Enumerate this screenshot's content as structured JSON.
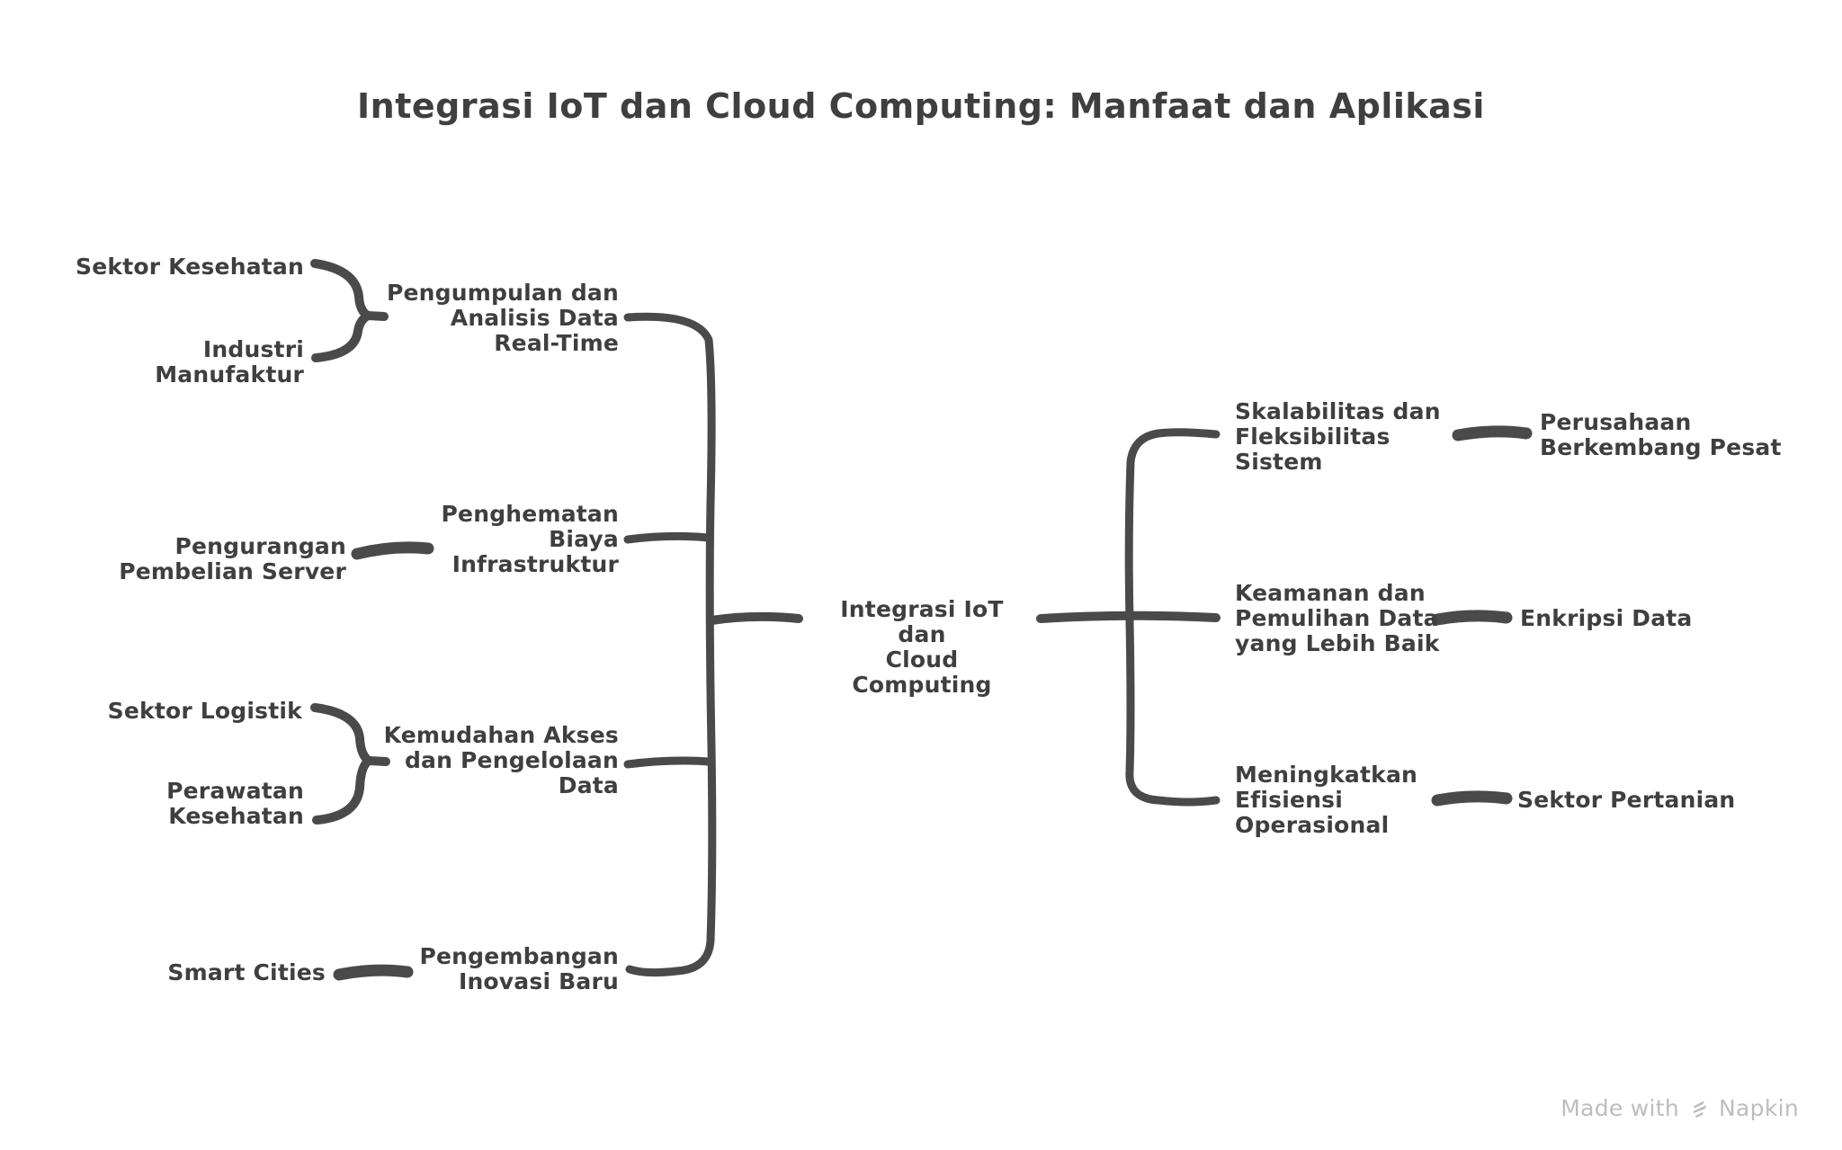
{
  "title": "Integrasi IoT dan Cloud Computing: Manfaat dan Aplikasi",
  "mindmap": {
    "root": "Integrasi IoT dan\nCloud Computing",
    "left": [
      {
        "label": "Pengumpulan dan\nAnalisis Data\nReal-Time",
        "children": [
          "Sektor Kesehatan",
          "Industri\nManufaktur"
        ]
      },
      {
        "label": "Penghematan\nBiaya\nInfrastruktur",
        "children": [
          "Pengurangan\nPembelian Server"
        ]
      },
      {
        "label": "Kemudahan Akses\ndan Pengelolaan\nData",
        "children": [
          "Sektor Logistik",
          "Perawatan\nKesehatan"
        ]
      },
      {
        "label": "Pengembangan\nInovasi Baru",
        "children": [
          "Smart Cities"
        ]
      }
    ],
    "right": [
      {
        "label": "Skalabilitas dan\nFleksibilitas\nSistem",
        "children": [
          "Perusahaan\nBerkembang Pesat"
        ]
      },
      {
        "label": "Keamanan dan\nPemulihan Data\nyang Lebih Baik",
        "children": [
          "Enkripsi Data"
        ]
      },
      {
        "label": "Meningkatkan\nEfisiensi\nOperasional",
        "children": [
          "Sektor Pertanian"
        ]
      }
    ]
  },
  "watermark": {
    "made_with": "Made with",
    "brand": "Napkin"
  },
  "colors": {
    "text": "#3f3f3f",
    "stroke": "#4a4a4a",
    "muted": "#bdbdbd",
    "bg": "#ffffff"
  }
}
